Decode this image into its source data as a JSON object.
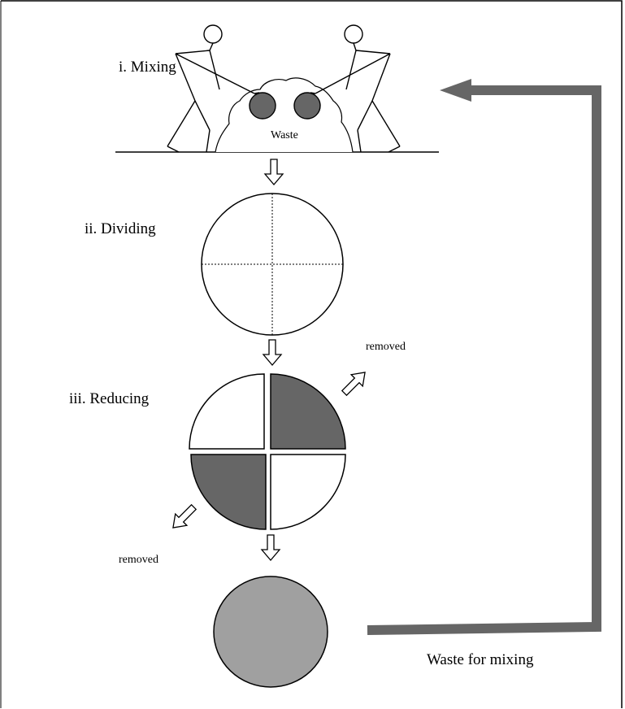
{
  "stages": {
    "mixing": "i. Mixing",
    "dividing": "ii. Dividing",
    "reducing": "iii. Reducing"
  },
  "labels": {
    "waste": "Waste",
    "removed_top": "removed",
    "removed_bottom": "removed",
    "waste_for_mixing": "Waste for mixing"
  },
  "colors": {
    "dark_quarter": "#666666",
    "final_sample": "#a0a0a0",
    "return_arrow": "#666666",
    "outline": "#000000"
  }
}
